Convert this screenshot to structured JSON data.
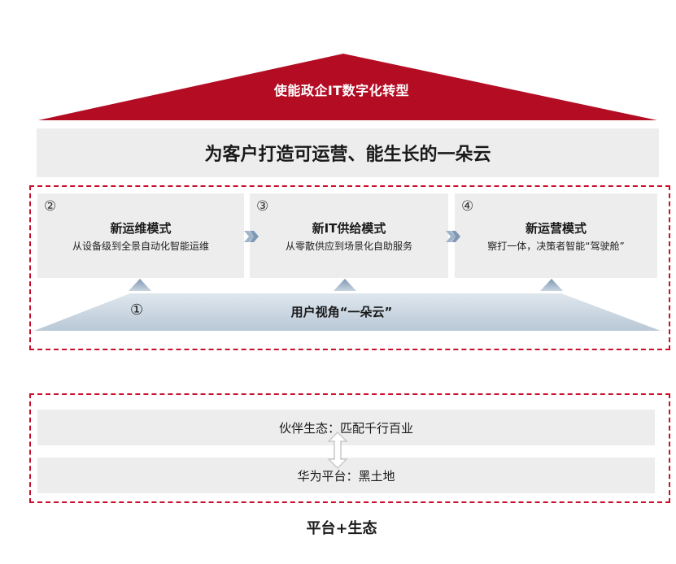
{
  "roof": {
    "title": "使能政企IT数字化转型",
    "color": "#b30c23"
  },
  "banner": {
    "text": "为客户打造可运营、能生长的一朵云"
  },
  "modes": [
    {
      "number": "②",
      "title": "新运维模式",
      "desc": "从设备级到全景自动化智能运维"
    },
    {
      "number": "③",
      "title": "新IT供给模式",
      "desc": "从零散供应到场景化自助服务"
    },
    {
      "number": "④",
      "title": "新运营模式",
      "desc": "察打一体，决策者智能“驾驶舱”"
    }
  ],
  "base": {
    "number": "①",
    "title": "用户视角“一朵云”",
    "color": "#c5d2de"
  },
  "layers": {
    "top": "伙伴生态：匹配千行百业",
    "bottom": "华为平台：黑土地"
  },
  "footer": "平台+生态",
  "accent_dashed": "#c8102e"
}
